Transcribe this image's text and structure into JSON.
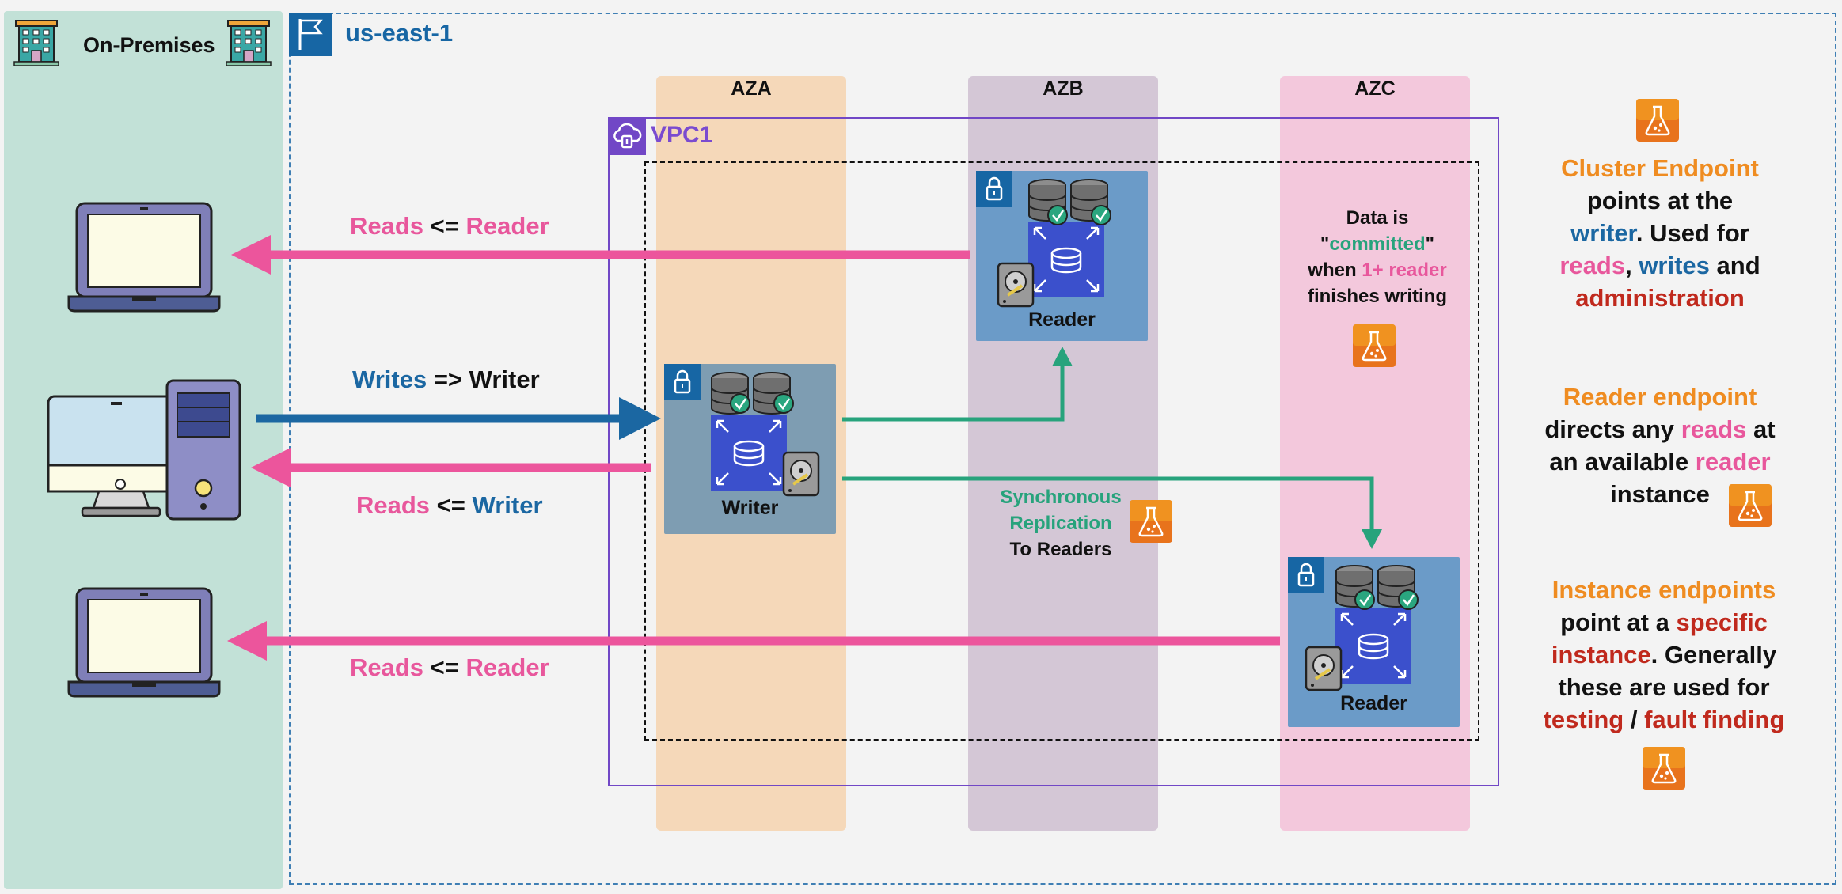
{
  "onprem": {
    "title": "On-Premises"
  },
  "region": {
    "title": "us-east-1"
  },
  "azs": [
    {
      "label": "AZA"
    },
    {
      "label": "AZB"
    },
    {
      "label": "AZC"
    }
  ],
  "vpc": {
    "title": "VPC1"
  },
  "instances": {
    "writer": "Writer",
    "reader_b": "Reader",
    "reader_c": "Reader"
  },
  "arrows": {
    "top": {
      "a": "Reads",
      "op": "<=",
      "b": "Reader"
    },
    "writes": {
      "a": "Writes",
      "op": "=>",
      "b": "Writer"
    },
    "reads_writer": {
      "a": "Reads",
      "op": "<=",
      "b": "Writer"
    },
    "bottom": {
      "a": "Reads",
      "op": "<=",
      "b": "Reader"
    }
  },
  "replication": {
    "line1": "Synchronous",
    "line2": "Replication",
    "line3": "To Readers"
  },
  "commit_note": {
    "l1": "Data is",
    "q1": "\"",
    "committed": "committed",
    "q2": "\"",
    "when": "when",
    "reader": "1+ reader",
    "l4": "finishes writing"
  },
  "cluster_endpoint": {
    "title": "Cluster Endpoint",
    "l2": "points at the",
    "writer": "writer",
    "l3b": ". Used for",
    "reads": "reads",
    "comma": ",",
    "writes": "writes",
    "and": "and",
    "admin": "administration"
  },
  "reader_endpoint": {
    "title": "Reader endpoint",
    "l2a": "directs any",
    "reads": "reads",
    "at": "at",
    "l3a": "an available",
    "reader": "reader",
    "instance": "instance"
  },
  "instance_endpoints": {
    "title": "Instance endpoints",
    "l2a": "point at a",
    "specific": "specific",
    "instance": "instance",
    "generally": ". Generally",
    "l4": "these are used for",
    "testing": "testing",
    "slash": "/",
    "fault": "fault finding"
  },
  "colors": {
    "onprem": "#c2e1d7",
    "aza": "#f5d8b9",
    "azb": "#d4c7d6",
    "azc": "#f3c8dc",
    "vpc": "#7147c6",
    "reads": "#e8579c",
    "writes": "#1b67a2",
    "replication": "#27a37c",
    "endpoint": "#ef8c21"
  },
  "icons": [
    "building-icon",
    "flag-icon",
    "cloud-lock-icon",
    "laptop-icon",
    "desktop-computer-icon",
    "padlock-icon",
    "database-icon",
    "hard-drive-icon",
    "flask-icon"
  ]
}
